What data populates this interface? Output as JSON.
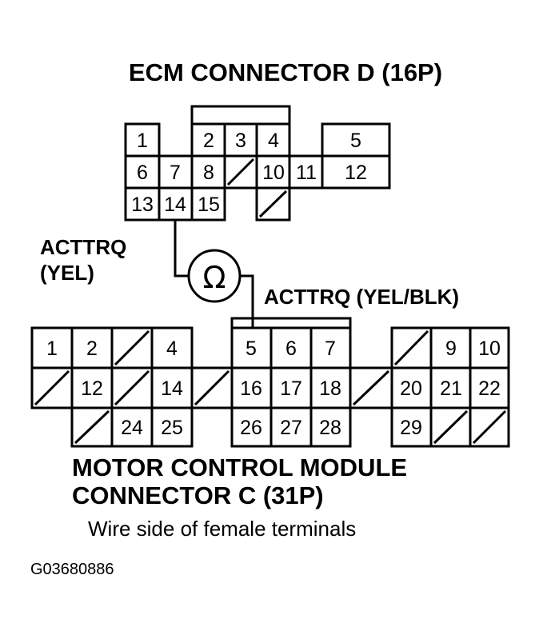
{
  "ecm_connector": {
    "title": "ECM CONNECTOR D (16P)",
    "pins": [
      "1",
      "2",
      "3",
      "4",
      "5",
      "6",
      "7",
      "8",
      "10",
      "11",
      "12",
      "13",
      "14",
      "15"
    ]
  },
  "signal_left": {
    "line1": "ACTTRQ",
    "line2": "(YEL)"
  },
  "signal_right": {
    "label": "ACTTRQ (YEL/BLK)"
  },
  "ohmmeter": {
    "symbol": "Ω"
  },
  "mcm_connector": {
    "title_line1": "MOTOR CONTROL MODULE",
    "title_line2": "CONNECTOR C (31P)",
    "pins": [
      "1",
      "2",
      "4",
      "5",
      "6",
      "7",
      "9",
      "10",
      "12",
      "14",
      "16",
      "17",
      "18",
      "20",
      "21",
      "22",
      "24",
      "25",
      "26",
      "27",
      "28",
      "29"
    ]
  },
  "note": "Wire side of female terminals",
  "figure_code": "G03680886"
}
